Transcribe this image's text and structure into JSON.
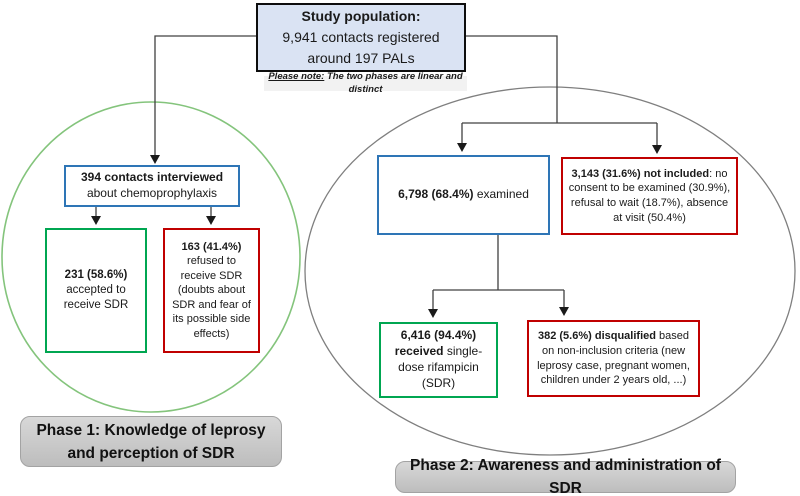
{
  "study_box": {
    "title": "Study population:",
    "line2": "9,941 contacts registered",
    "line3": "around 197 PALs"
  },
  "note": {
    "lead": "Please note:",
    "rest": " The two phases are linear and distinct"
  },
  "boxes": {
    "interviewed": {
      "bold": "394 contacts interviewed",
      "rest": "about chemoprophylaxis"
    },
    "accepted": {
      "bold": "231 (58.6%)",
      "rest": "accepted to receive SDR"
    },
    "refused": {
      "bold": "163 (41.4%)",
      "rest": "refused to receive SDR (doubts about SDR and fear of its possible side effects)"
    },
    "examined": {
      "bold": "6,798 (68.4%)",
      "rest": " examined"
    },
    "not_included": {
      "bold": "3,143 (31.6%) not included",
      "rest": ": no consent to be examined (30.9%), refusal to wait (18.7%), absence at visit (50.4%)"
    },
    "received": {
      "bold": "6,416 (94.4%)",
      "bold2": "received",
      "rest": " single-dose rifampicin (SDR)"
    },
    "disqualified": {
      "bold": "382 (5.6%) disqualified",
      "rest": " based on non-inclusion criteria (new leprosy case, pregnant women, children under 2 years old, ...)"
    }
  },
  "phase1": {
    "label": "Phase 1: Knowledge of leprosy and perception of SDR"
  },
  "phase2": {
    "label": "Phase 2: Awareness and administration of SDR"
  },
  "colors": {
    "blue_border": "#2e75b6",
    "green_border": "#00a651",
    "red_border": "#c00000",
    "study_fill": "#dae3f3",
    "note_fill": "#f2f2f2",
    "circle_green": "#84c47c",
    "ellipse_gray": "#7f7f7f",
    "line": "#404040"
  }
}
